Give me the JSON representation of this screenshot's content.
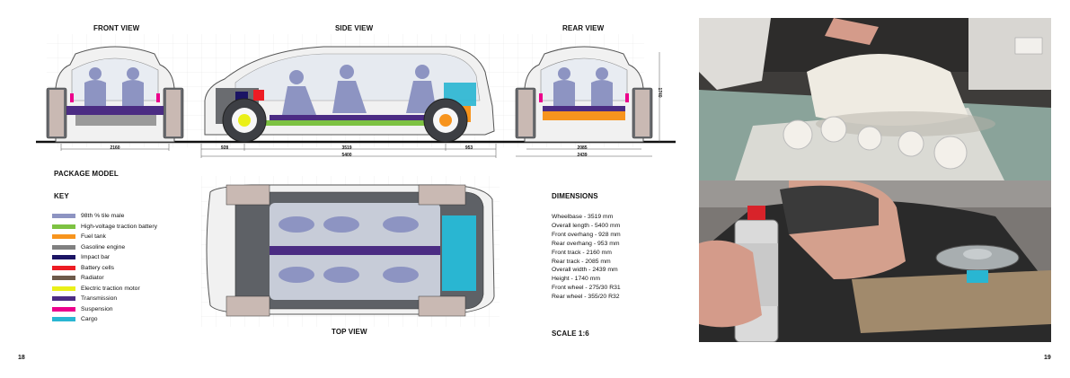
{
  "drawing": {
    "front_view_label": "FRONT VIEW",
    "side_view_label": "SIDE VIEW",
    "rear_view_label": "REAR VIEW",
    "top_view_label": "TOP VIEW",
    "front_track_dim": "2160",
    "rear_track_dim": "2085",
    "overall_width_dim": "2439",
    "height_dim": "1740",
    "front_overhang_dim": "928",
    "wheelbase_dim": "3519",
    "rear_overhang_dim": "953",
    "overall_length_dim": "5400"
  },
  "package_model": "PACKAGE MODEL",
  "key": {
    "title": "KEY",
    "items": [
      {
        "label": "98th % tile male",
        "color": "#8d94c2"
      },
      {
        "label": "High-voltage traction battery",
        "color": "#7dc242"
      },
      {
        "label": "Fuel tank",
        "color": "#f7941d"
      },
      {
        "label": "Gasoline engine",
        "color": "#808080"
      },
      {
        "label": "Impact bar",
        "color": "#1b1464"
      },
      {
        "label": "Battery cells",
        "color": "#ed1c24"
      },
      {
        "label": "Radiator",
        "color": "#6d5a4a"
      },
      {
        "label": "Electric traction motor",
        "color": "#eaf018"
      },
      {
        "label": "Transmission",
        "color": "#4b2c83"
      },
      {
        "label": "Suspension",
        "color": "#ec008c"
      },
      {
        "label": "Cargo",
        "color": "#29b6d2"
      }
    ]
  },
  "dimensions": {
    "title": "DIMENSIONS",
    "items": [
      "Wheelbase - 3519 mm",
      "Overall length - 5400 mm",
      "Front overhang - 928 mm",
      "Rear overhang - 953 mm",
      "Front track - 2160 mm",
      "Rear track - 2085 mm",
      "Overall width - 2439 mm",
      "Height - 1740 mm",
      "Front wheel - 275/30 R31",
      "Rear wheel - 355/20 R32"
    ]
  },
  "scale": "SCALE 1:6",
  "page_left": "18",
  "page_right": "19"
}
